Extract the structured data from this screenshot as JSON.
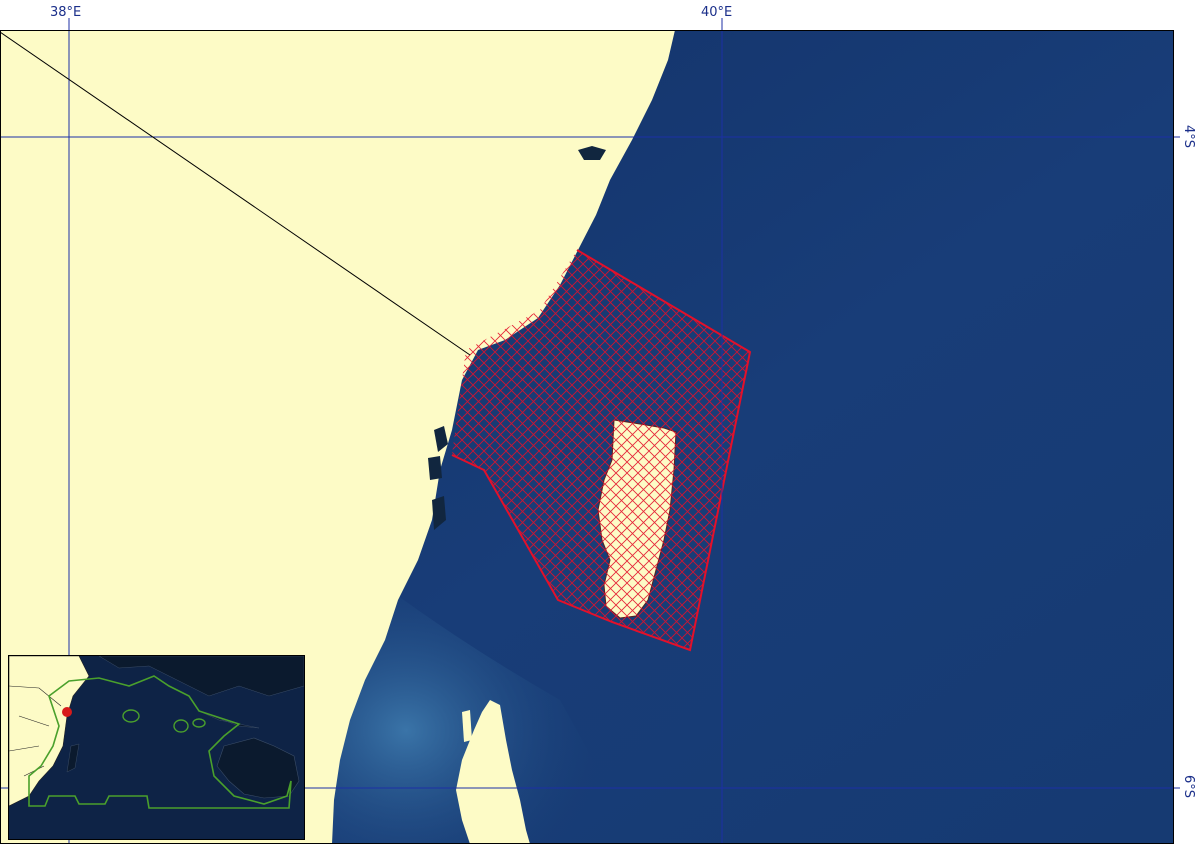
{
  "graticule": {
    "lon_labels": [
      "38°E",
      "40°E"
    ],
    "lat_labels": [
      "4°S",
      "6°S"
    ]
  },
  "colors": {
    "land": "#fdfbc6",
    "ocean_deep": "#0f2f66",
    "ocean_mid": "#1d4c86",
    "ocean_shallow": "#2f6aa0",
    "graticule": "#1c2fa6",
    "area_outline": "#e3102a",
    "inset_boundary": "#4aa02c",
    "inset_marker": "#d71b1b"
  },
  "icons": {
    "highlighted_area": "hatched-polygon",
    "inset_marker": "red-dot"
  }
}
